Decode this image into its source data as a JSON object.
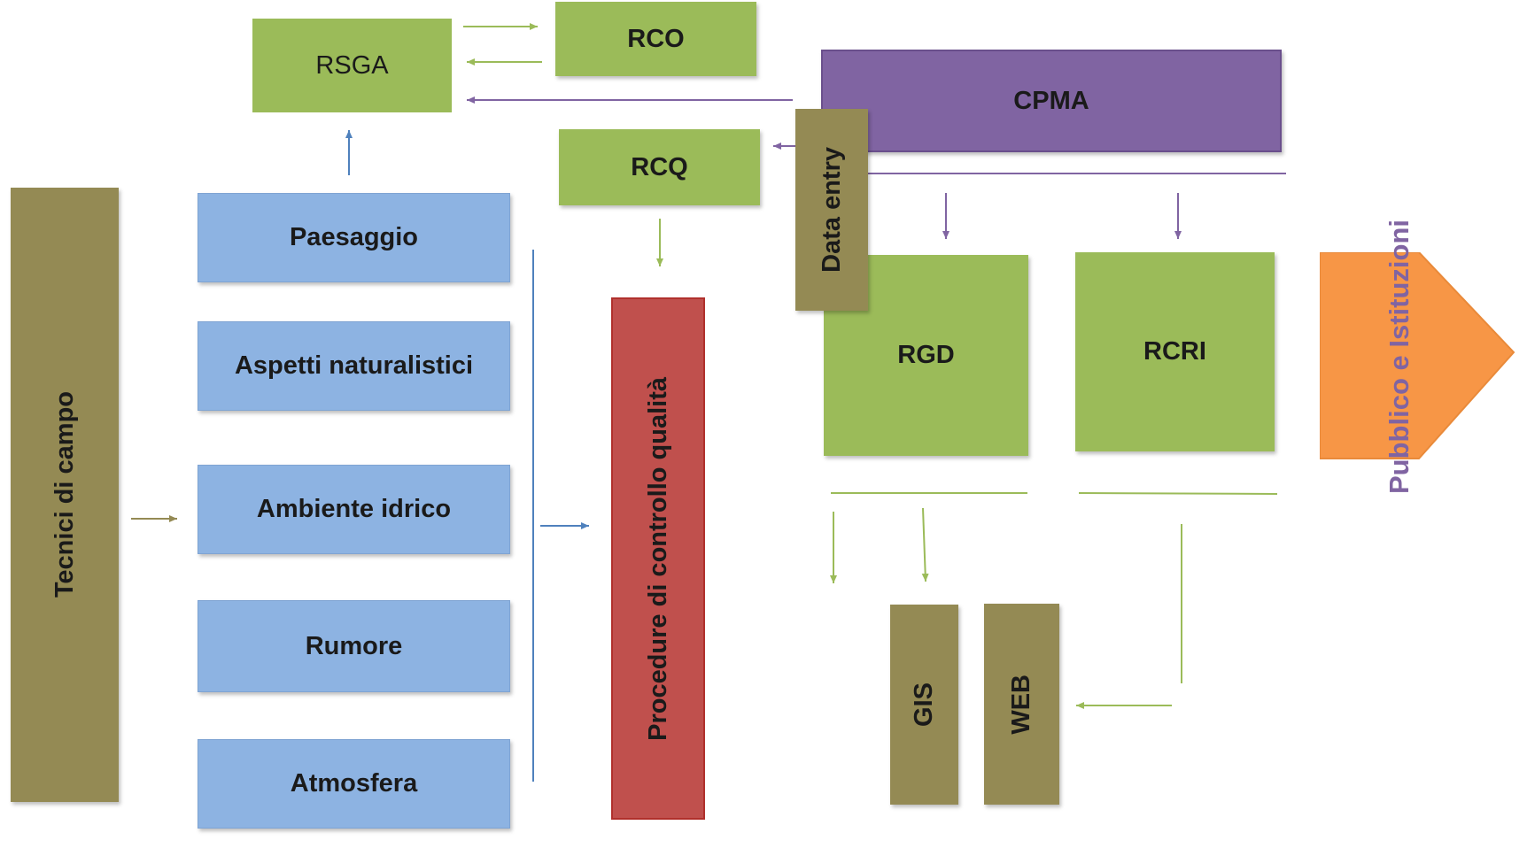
{
  "colors": {
    "green": "#9bbb59",
    "blue": "#8db3e2",
    "olive": "#948a54",
    "purple": "#8064a2",
    "red": "#c0504d",
    "orange": "#f79646",
    "line_green": "#9bbb59",
    "line_purple": "#8064a2",
    "line_blue": "#4f81bd",
    "line_olive": "#948a54"
  },
  "boxes": {
    "tecnici": "Tecnici di campo",
    "paesaggio": "Paesaggio",
    "aspetti": "Aspetti naturalistici",
    "ambiente": "Ambiente idrico",
    "rumore": "Rumore",
    "atmosfera": "Atmosfera",
    "rsga": "RSGA",
    "rco": "RCO",
    "rcq": "RCQ",
    "procedure": "Procedure di controllo qualità",
    "cpma": "CPMA",
    "data_entry": "Data entry",
    "rgd": "RGD",
    "rcri": "RCRI",
    "gis": "GIS",
    "web": "WEB",
    "pubblico": "Pubblico e Istituzioni"
  }
}
